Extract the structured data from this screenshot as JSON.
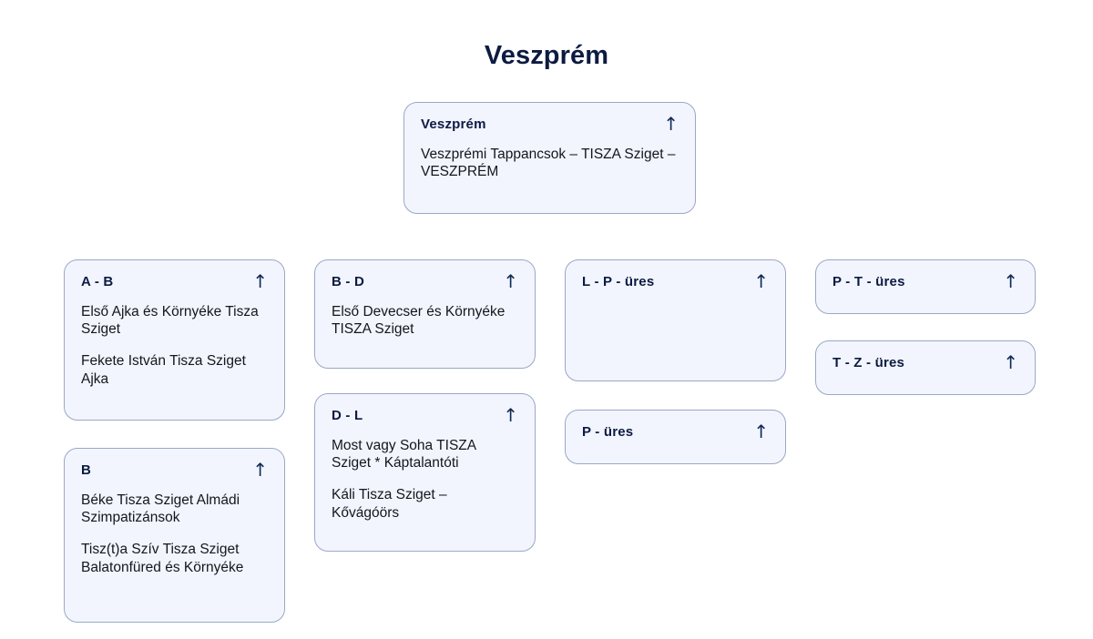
{
  "page": {
    "title": "Veszprém",
    "background_color": "#ffffff",
    "accent_color": "#0d1b42",
    "card_fill": "#f2f5fd",
    "card_border": "#9aa8c4"
  },
  "arrow_icon": "↑",
  "cards": {
    "veszprem": {
      "title": "Veszprém",
      "arrow": "↑",
      "entries": [
        "Veszprémi Tappancsok – TISZA Sziget – VESZPRÉM"
      ]
    },
    "a_b": {
      "title": "A - B",
      "arrow": "↑",
      "entries": [
        "Első Ajka és Környéke Tisza Sziget",
        "Fekete István Tisza Sziget Ajka"
      ]
    },
    "b": {
      "title": "B",
      "arrow": "↑",
      "entries": [
        "Béke Tisza Sziget Almádi Szimpatizánsok",
        "Tisz(t)a Szív Tisza Sziget Balatonfüred és Környéke"
      ]
    },
    "b_d": {
      "title": "B - D",
      "arrow": "↑",
      "entries": [
        "Első Devecser és Környéke TISZA Sziget"
      ]
    },
    "d_l": {
      "title": "D - L",
      "arrow": "↑",
      "entries": [
        "Most vagy Soha TISZA Sziget * Káptalantóti",
        "Káli Tisza Sziget – Kővágóörs"
      ]
    },
    "l_p": {
      "title": "L - P - üres",
      "arrow": "↑",
      "entries": []
    },
    "p": {
      "title": "P - üres",
      "arrow": "↑",
      "entries": []
    },
    "p_t": {
      "title": "P - T - üres",
      "arrow": "↑",
      "entries": []
    },
    "t_z": {
      "title": "T - Z - üres",
      "arrow": "↑",
      "entries": []
    }
  }
}
